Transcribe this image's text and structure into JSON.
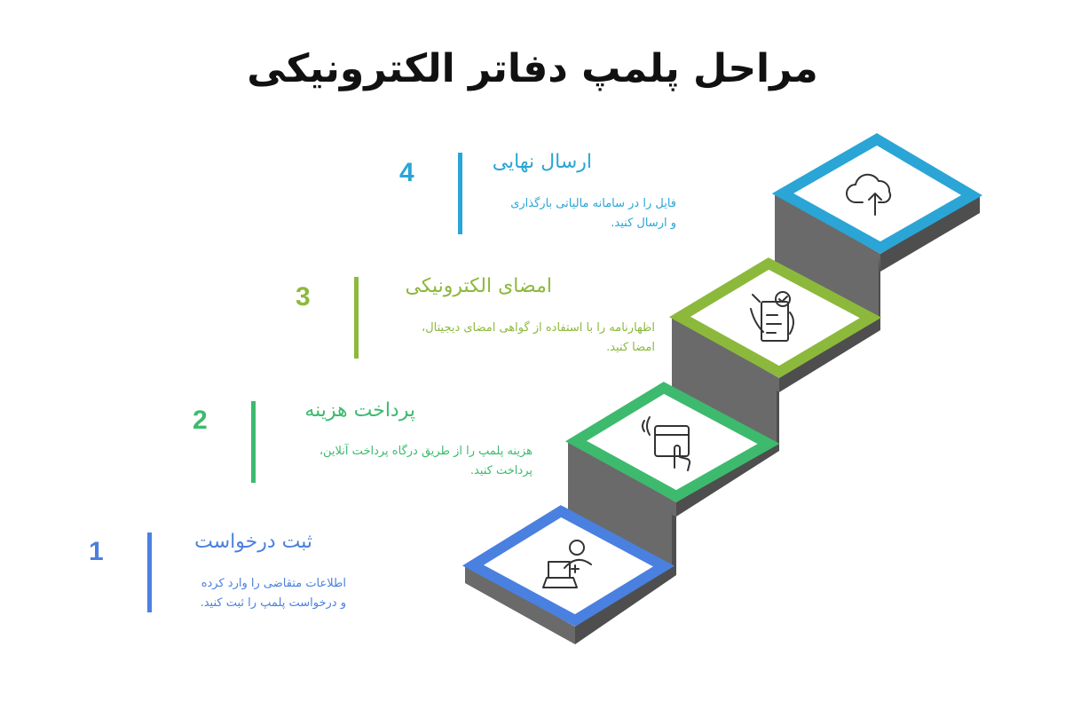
{
  "title": "مراحل پلمپ دفاتر الکترونیکی",
  "steps": [
    {
      "number": "1",
      "title": "ثبت درخواست",
      "desc_line1": "اطلاعات متقاضی را وارد کرده",
      "desc_line2": "و درخواست پلمپ را ثبت کنید.",
      "color": "#4a80e0",
      "icon": "user-laptop-add-icon"
    },
    {
      "number": "2",
      "title": "پرداخت هزینه",
      "desc_line1": "هزینه پلمپ را از طریق درگاه پرداخت آنلاین،",
      "desc_line2": "پرداخت کنید.",
      "color": "#3dba6e",
      "icon": "tap-payment-icon"
    },
    {
      "number": "3",
      "title": "امضای الکترونیکی",
      "desc_line1": "اظهارنامه را با استفاده از گواهی امضای دیجیتال،",
      "desc_line2": "امضا کنید.",
      "color": "#8cb93c",
      "icon": "document-sign-icon"
    },
    {
      "number": "4",
      "title": "ارسال نهایی",
      "desc_line1": "فایل را در سامانه مالیاتی بارگذاری",
      "desc_line2": "و ارسال کنید.",
      "color": "#2aa5d6",
      "icon": "cloud-upload-icon"
    }
  ]
}
